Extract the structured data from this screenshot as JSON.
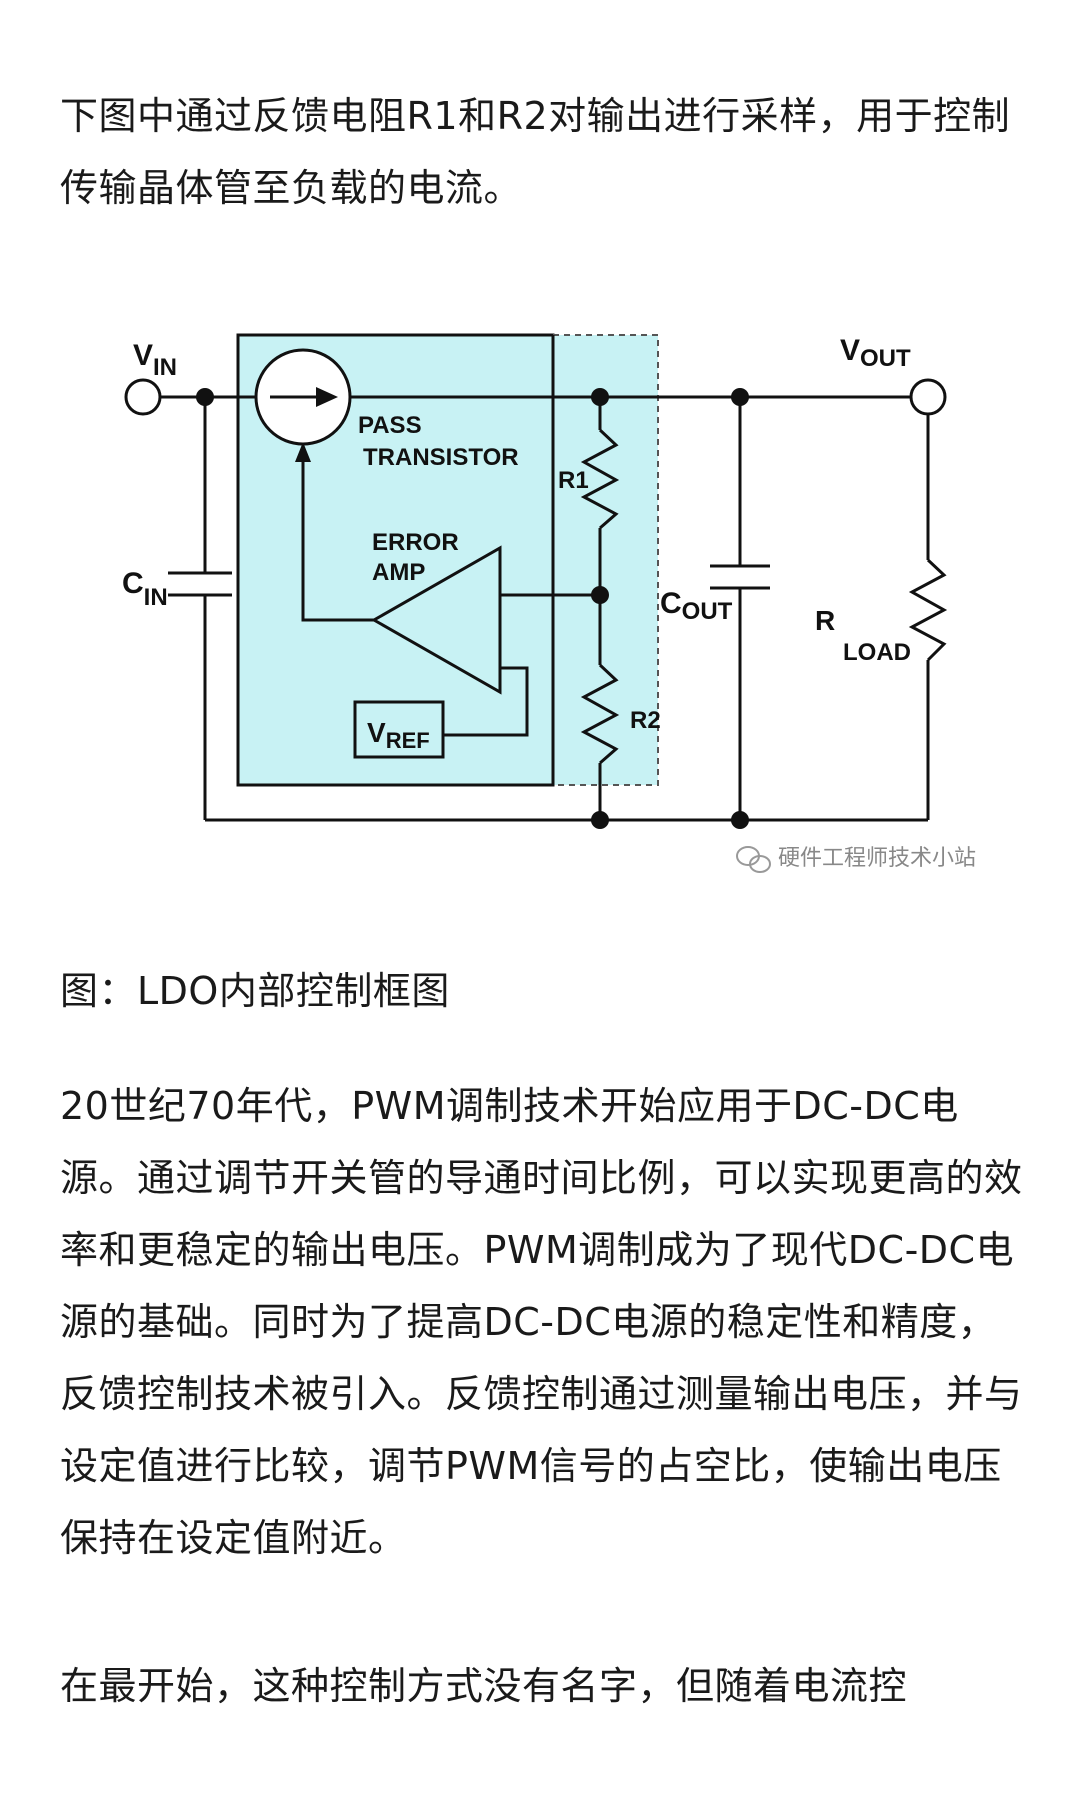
{
  "paragraphs": {
    "intro": "下图中通过反馈电阻R1和R2对输出进行采样，用于控制传输晶体管至负载的电流。",
    "caption": "图：LDO内部控制框图",
    "history": "20世纪70年代，PWM调制技术开始应用于DC-DC电源。通过调节开关管的导通时间比例，可以实现更高的效率和更稳定的输出电压。PWM调制成为了现代DC-DC电源的基础。同时为了提高DC-DC电源的稳定性和精度，反馈控制技术被引入。反馈控制通过测量输出电压，并与设定值进行比较，调节PWM信号的占空比，使输出电压保持在设定值附近。",
    "next": "在最开始，这种控制方式没有名字，但随着电流控"
  },
  "figure": {
    "vin_main": "V",
    "vin_sub": "IN",
    "vout_main": "V",
    "vout_sub": "OUT",
    "cin_main": "C",
    "cin_sub": "IN",
    "cout_main": "C",
    "cout_sub": "OUT",
    "rload_main": "R",
    "rload_sub": "LOAD",
    "vref_main": "V",
    "vref_sub": "REF",
    "pass_line1": "PASS",
    "pass_line2": "TRANSISTOR",
    "error_line1": "ERROR",
    "error_line2": "AMP",
    "r1": "R1",
    "r2": "R2",
    "watermark": "硬件工程师技术小站",
    "colors": {
      "box_fill": "#c8f2f4",
      "wire": "#111111"
    }
  }
}
